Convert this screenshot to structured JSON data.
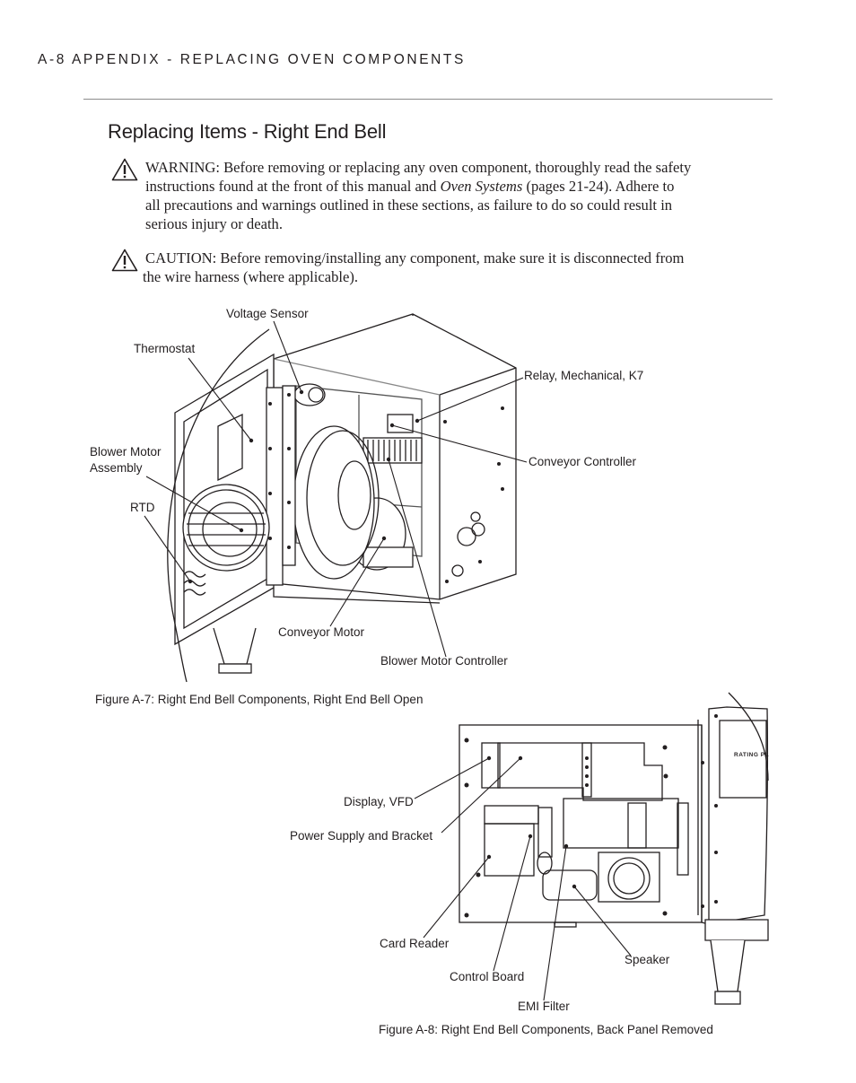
{
  "header": {
    "running_title": "A-8   APPENDIX - REPLACING OVEN COMPONENTS"
  },
  "section": {
    "title": "Replacing Items - Right End Bell"
  },
  "warning": {
    "line1": "WARNING: Before removing or replacing any oven component, thoroughly read the safety",
    "line2_pre": "instructions found at the front of this manual and ",
    "line2_italic": "Oven Systems",
    "line2_post": " (pages 21-24). Adhere to",
    "line3": "all precautions and warnings outlined in these sections, as failure to do so could result in",
    "line4": "serious injury or death."
  },
  "caution": {
    "line1": "CAUTION: Before removing/installing any component, make sure it is disconnected from",
    "line2": "the wire harness (where applicable)."
  },
  "figure_a7": {
    "caption": "Figure A-7: Right End Bell Components, Right End Bell Open",
    "labels": {
      "voltage_sensor": "Voltage Sensor",
      "thermostat": "Thermostat",
      "relay": "Relay, Mechanical, K7",
      "blower_motor_assembly_1": "Blower Motor",
      "blower_motor_assembly_2": "Assembly",
      "conveyor_controller": "Conveyor Controller",
      "rtd": "RTD",
      "conveyor_motor": "Conveyor Motor",
      "blower_motor_controller": "Blower Motor Controller"
    }
  },
  "figure_a8": {
    "caption": "Figure A-8: Right End Bell Components, Back Panel Removed",
    "labels": {
      "display_vfd": "Display, VFD",
      "power_supply": "Power Supply and Bracket",
      "card_reader": "Card Reader",
      "speaker": "Speaker",
      "control_board": "Control Board",
      "emi_filter": "EMI Filter",
      "rating_plate": "RATING PL"
    }
  },
  "icons": {
    "warning": "warning-triangle-icon",
    "caution": "warning-triangle-icon"
  }
}
